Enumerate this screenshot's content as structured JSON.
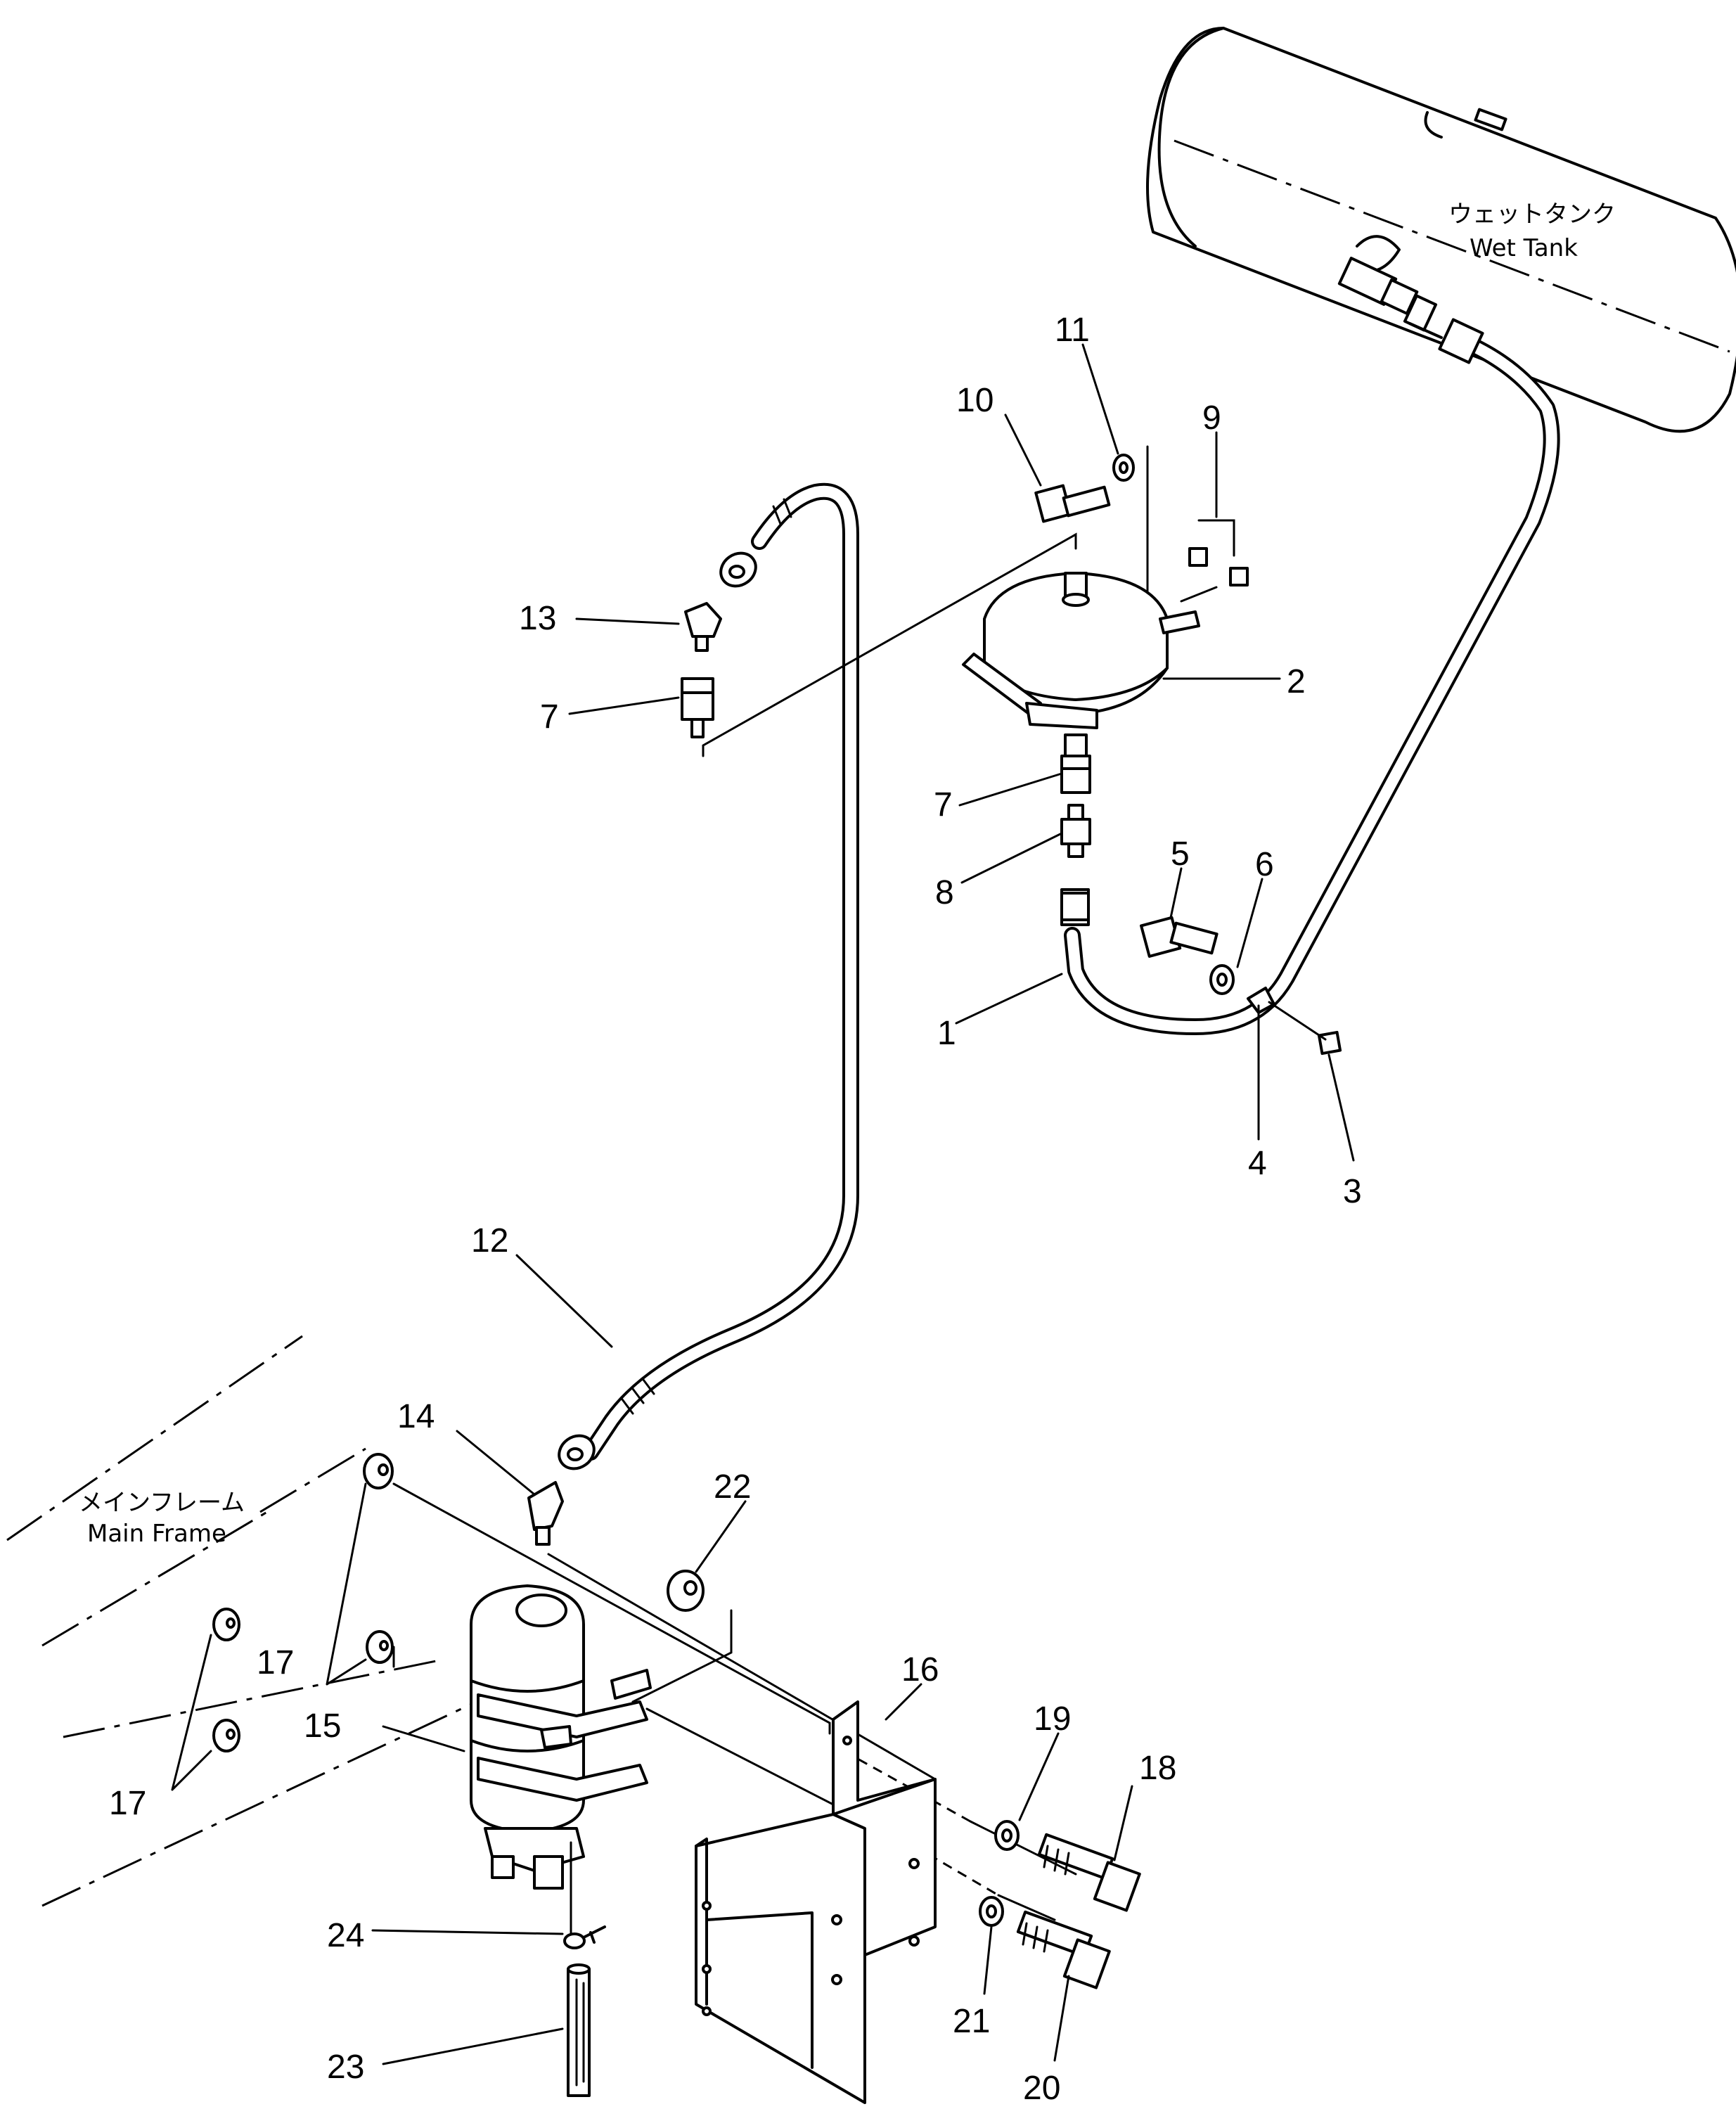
{
  "labels": {
    "wet_tank_jp": "ウェットタンク",
    "wet_tank_en": "Wet Tank",
    "main_frame_jp": "メインフレーム",
    "main_frame_en": "Main Frame"
  },
  "callouts": {
    "p1": "1",
    "p2": "2",
    "p3": "3",
    "p4": "4",
    "p5": "5",
    "p6": "6",
    "p7a": "7",
    "p7b": "7",
    "p8": "8",
    "p9": "9",
    "p10": "10",
    "p11": "11",
    "p12": "12",
    "p13": "13",
    "p14": "14",
    "p15": "15",
    "p16": "16",
    "p17a": "17",
    "p17b": "17",
    "p18": "18",
    "p19": "19",
    "p20": "20",
    "p21": "21",
    "p22": "22",
    "p23": "23",
    "p24": "24"
  }
}
